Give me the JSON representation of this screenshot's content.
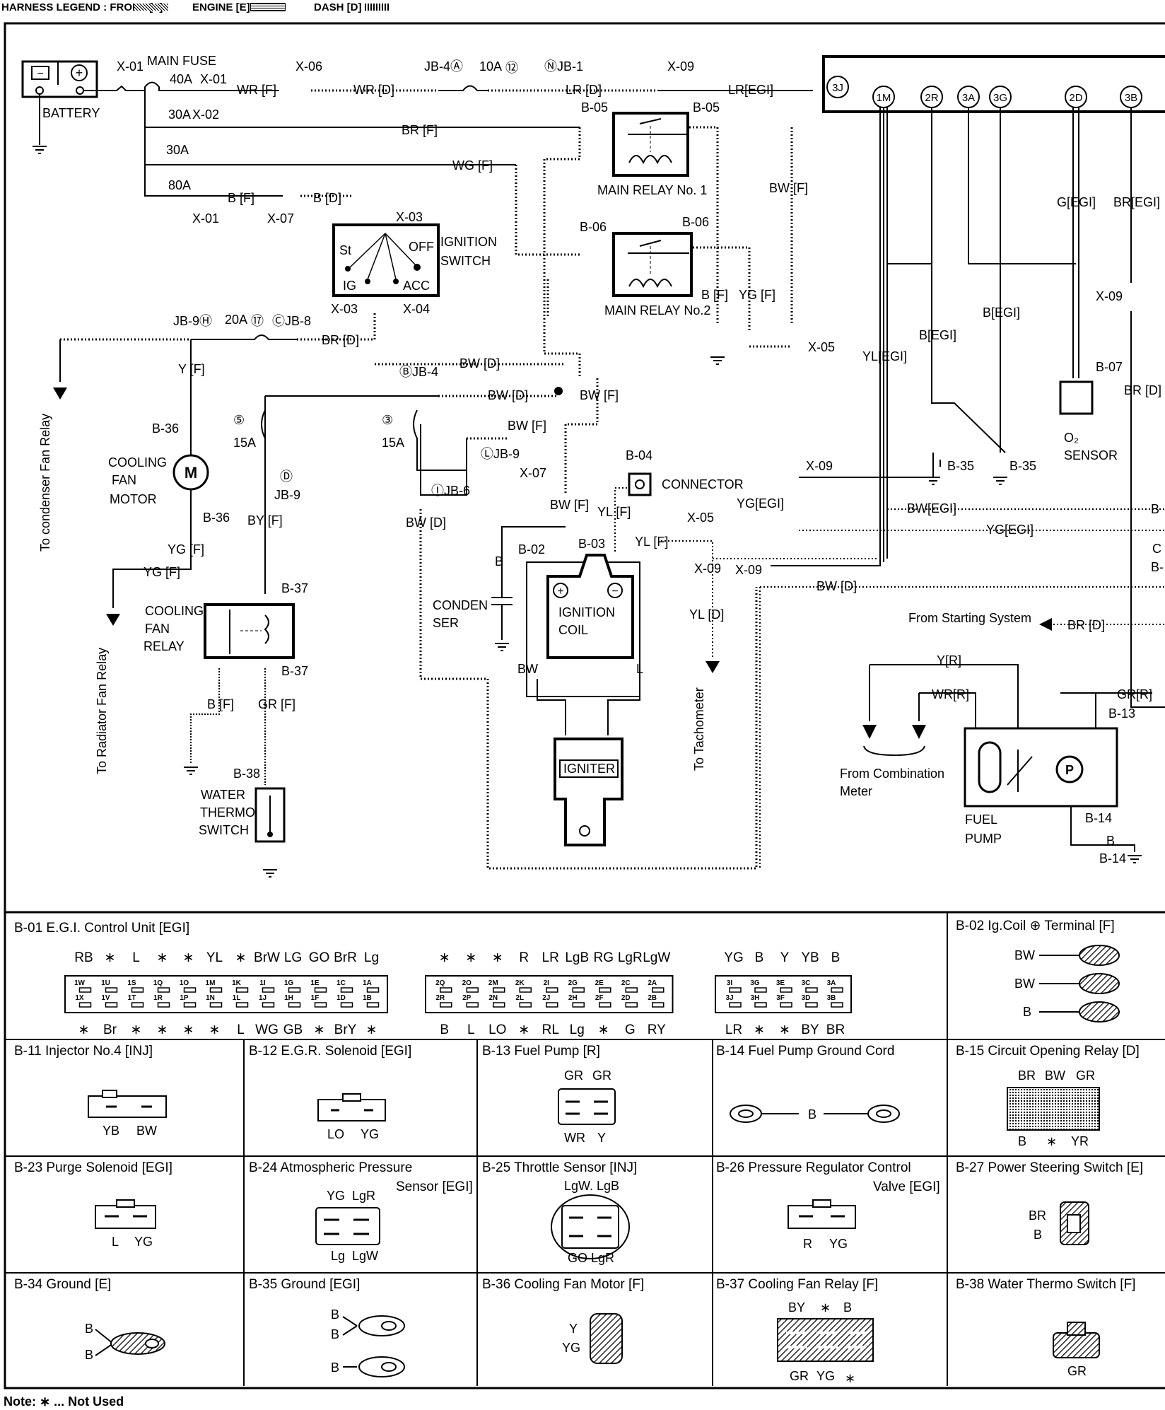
{
  "legend": {
    "front": "HARNESS LEGEND : FRONT [F]",
    "engine": "ENGINE [E]",
    "dash": "DASH [D]"
  },
  "note": "Note: ∗ ... Not Used",
  "labels": {
    "battery": "BATTERY",
    "main_fuse": "MAIN FUSE",
    "f40a": "40A",
    "f30a_1": "30A",
    "x02": "X-02",
    "f30a_2": "30A",
    "f80a": "80A",
    "x01a": "X-01",
    "x01b": "X-01",
    "x01c": "X-01",
    "x06": "X-06",
    "x07": "X-07",
    "x07b": "X-07",
    "x09a": "X-09",
    "x09b": "X-09",
    "x09c": "X-09",
    "x09d": "X-09",
    "x03": "X-03",
    "x03b": "X-03",
    "x04": "X-04",
    "x05": "X-05",
    "x05b": "X-05",
    "wr_f": "WR [F]",
    "wr_d": "WR [D]",
    "jb4a": "JB-4Ⓐ",
    "f10a": "10A",
    "c12": "⑫",
    "jb1": "ⓃJB-1",
    "lr_d": "LR [D]",
    "lr_egi": "LR[EGI]",
    "br_f": "BR [F]",
    "wg_f": "WG [F]",
    "b_f": "B [F]",
    "b_d": "B [D]",
    "b05a": "B-05",
    "b05b": "B-05",
    "main_relay1": "MAIN RELAY No. 1",
    "b06a": "B-06",
    "b06b": "B-06",
    "main_relay2": "MAIN RELAY No.2",
    "bw_f": "BW [F]",
    "b_f2": "B [F]",
    "yg_f": "YG [F]",
    "st": "St",
    "off": "OFF",
    "ig": "IG",
    "acc": "ACC",
    "ign_switch1": "IGNITION",
    "ign_switch2": "SWITCH",
    "jb9h": "JB-9Ⓗ",
    "f20a": "20A",
    "c17": "⑰",
    "jb8": "ⒸJB-8",
    "br_d": "BR [D]",
    "bw_d": "BW [D]",
    "jb4b": "ⒷJB-4",
    "bw_d2": "BW [D]",
    "bw_f2": "BW [F]",
    "bw_f3": "BW [F]",
    "c5": "⑤",
    "f15a_1": "15A",
    "c3": "③",
    "f15a_2": "15A",
    "jb9d": "Ⓓ",
    "jb9": "JB-9",
    "jb9l": "ⓁJB-9",
    "jb6": "ⒾJB-6",
    "y_f": "Y [F]",
    "b36a": "B-36",
    "cooling_fan_motor": [
      "COOLING",
      "FAN",
      "MOTOR"
    ],
    "b36b": "B-36",
    "by_f": "BY [F]",
    "bw_d3": "BW [D]",
    "yg_f2": "YG [F]",
    "yg_f3": "YG [F]",
    "b37a": "B-37",
    "b37b": "B-37",
    "cooling_fan_relay": [
      "COOLING",
      "FAN",
      "RELAY"
    ],
    "b_f3": "B [F]",
    "gr_f": "GR [F]",
    "b38": "B-38",
    "water_thermo": [
      "WATER",
      "THERMO",
      "SWITCH"
    ],
    "to_condenser": "To condenser Fan Relay",
    "to_radiator": "To Radiator Fan Relay",
    "condenser": [
      "CONDEN",
      "SER"
    ],
    "b_cond": "B",
    "b02": "B-02",
    "b03": "B-03",
    "ign_coil": [
      "IGNITION",
      "COIL"
    ],
    "bw_coil": "BW",
    "l_coil": "L",
    "igniter": "IGNITER",
    "b04": "B-04",
    "connector": "CONNECTOR",
    "yl_f": "YL [F]",
    "yl_f2": "YL [F]",
    "yl_d": "YL [D]",
    "to_tacho": "To Tachometer",
    "t3j": "3J",
    "t1m": "1M",
    "t2r": "2R",
    "t3a": "3A",
    "t3g": "3G",
    "t2d": "2D",
    "t3b": "3B",
    "g_egi": "G[EGI]",
    "br_egi": "BR[EGI]",
    "x09e": "X-09",
    "b_egi1": "B[EGI]",
    "b_egi2": "B[EGI]",
    "yl_egi": "YL[EGI]",
    "b07": "B-07",
    "o2": "O₂",
    "sensor": "SENSOR",
    "br_d2": "BR [D]",
    "b35a": "B-35",
    "b35b": "B-35",
    "yg_egi": "YG[EGI]",
    "bw_egi": "BW[EGI]",
    "yg_egi2": "YG[EGI]",
    "bw_d4": "BW [D]",
    "from_starting": "From Starting System",
    "br_d3": "BR [D]",
    "y_r": "Y[R]",
    "wr_r": "WR[R]",
    "gr_r": "GR[R]",
    "b13": "B-13",
    "from_comb": [
      "From Combination",
      "Meter"
    ],
    "fuel_pump": [
      "FUEL",
      "PUMP"
    ],
    "b14a": "B-14",
    "b14b": "B-14",
    "b_fp": "B",
    "edge_b": "B",
    "edge_c": "C",
    "edge_b2": "B-"
  },
  "connectors": {
    "b01": {
      "title": "B-01 E.G.I. Control Unit [EGI]",
      "g1_top": [
        "RB",
        "∗",
        "L",
        "∗",
        "∗",
        "YL",
        "∗",
        "BrW",
        "LG",
        "GO",
        "BrR",
        "Lg"
      ],
      "g1_bot": [
        "∗",
        "Br",
        "∗",
        "∗",
        "∗",
        "∗",
        "L",
        "WG",
        "GB",
        "∗",
        "BrY",
        "∗"
      ],
      "g1_pins_top": [
        "1W",
        "1U",
        "1S",
        "1Q",
        "1O",
        "1M",
        "1K",
        "1I",
        "1G",
        "1E",
        "1C",
        "1A"
      ],
      "g1_pins_bot": [
        "1X",
        "1V",
        "1T",
        "1R",
        "1P",
        "1N",
        "1L",
        "1J",
        "1H",
        "1F",
        "1D",
        "1B"
      ],
      "g2_top": [
        "∗",
        "∗",
        "∗",
        "R",
        "LR",
        "LgB",
        "RG",
        "LgR",
        "LgW"
      ],
      "g2_bot": [
        "B",
        "L",
        "LO",
        "∗",
        "RL",
        "Lg",
        "∗",
        "G",
        "RY"
      ],
      "g2_pins_top": [
        "2Q",
        "2O",
        "2M",
        "2K",
        "2I",
        "2G",
        "2E",
        "2C",
        "2A"
      ],
      "g2_pins_bot": [
        "2R",
        "2P",
        "2N",
        "2L",
        "2J",
        "2H",
        "2F",
        "2D",
        "2B"
      ],
      "g3_top": [
        "YG",
        "B",
        "Y",
        "YB",
        "B"
      ],
      "g3_bot": [
        "LR",
        "∗",
        "∗",
        "BY",
        "BR"
      ],
      "g3_pins_top": [
        "3I",
        "3G",
        "3E",
        "3C",
        "3A"
      ],
      "g3_pins_bot": [
        "3J",
        "3H",
        "3F",
        "3D",
        "3B"
      ]
    },
    "b02": {
      "title": "B-02 Ig.Coil ⊕ Terminal [F]",
      "wires": [
        "BW",
        "BW",
        "B"
      ]
    },
    "b11": {
      "title": "B-11 Injector No.4 [INJ]",
      "wires": [
        "YB",
        "BW"
      ]
    },
    "b12": {
      "title": "B-12 E.G.R. Solenoid [EGI]",
      "wires": [
        "LO",
        "YG"
      ]
    },
    "b13": {
      "title": "B-13 Fuel Pump [R]",
      "top": [
        "GR",
        "GR"
      ],
      "bot": [
        "WR",
        "Y"
      ]
    },
    "b14": {
      "title": "B-14 Fuel Pump Ground Cord",
      "wire": "B"
    },
    "b15": {
      "title": "B-15 Circuit Opening Relay [D]",
      "top": [
        "BR",
        "BW",
        "GR"
      ],
      "bot": [
        "B",
        "∗",
        "YR"
      ]
    },
    "b23": {
      "title": "B-23 Purge Solenoid [EGI]",
      "wires": [
        "L",
        "YG"
      ]
    },
    "b24": {
      "title": "B-24 Atmospheric Pressure",
      "title2": "Sensor [EGI]",
      "top": [
        "YG",
        "LgR"
      ],
      "bot": [
        "Lg",
        "LgW"
      ]
    },
    "b25": {
      "title": "B-25 Throttle Sensor [INJ]",
      "top": "LgW. LgB",
      "bot": "GO LgR"
    },
    "b26": {
      "title": "B-26 Pressure Regulator Control",
      "title2": "Valve [EGI]",
      "wires": [
        "R",
        "YG"
      ]
    },
    "b27": {
      "title": "B-27 Power Steering Switch [E]",
      "wires": [
        "BR",
        "B"
      ]
    },
    "b34": {
      "title": "B-34 Ground [E]",
      "wires": [
        "B",
        "B"
      ]
    },
    "b35": {
      "title": "B-35 Ground [EGI]",
      "wires": [
        "B",
        "B",
        "B"
      ]
    },
    "b36": {
      "title": "B-36 Cooling Fan Motor [F]",
      "wires": [
        "Y",
        "YG"
      ]
    },
    "b37": {
      "title": "B-37 Cooling Fan Relay [F]",
      "top": [
        "BY",
        "∗",
        "B"
      ],
      "bot": [
        "GR",
        "YG",
        "∗"
      ]
    },
    "b38": {
      "title": "B-38 Water Thermo Switch [F]",
      "wire": "GR"
    }
  }
}
